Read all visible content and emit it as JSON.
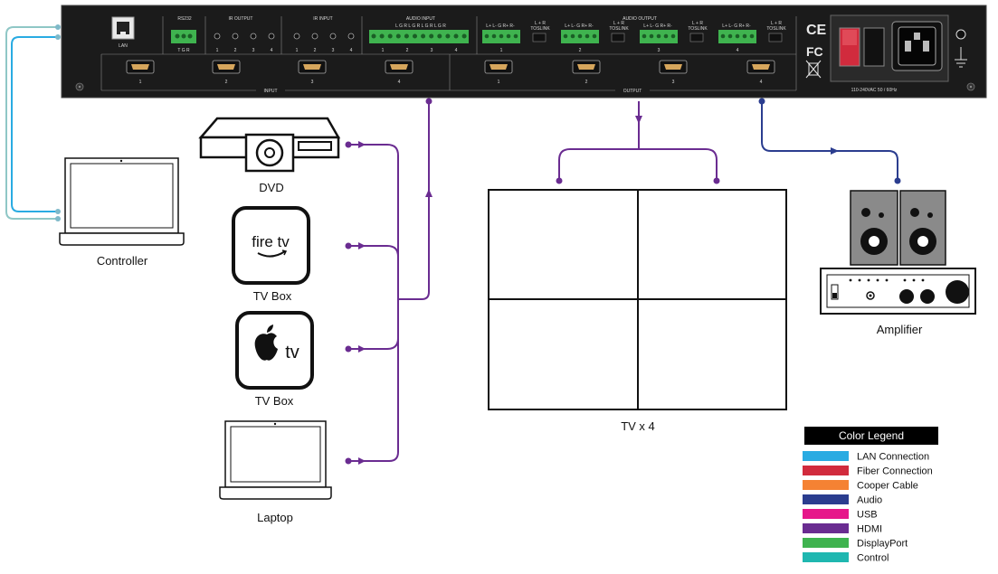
{
  "panel": {
    "lan": "LAN",
    "rs232": "RS232",
    "rs232_pins": "T  G  R",
    "ir_output": "IR OUTPUT",
    "ir_input": "IR INPUT",
    "ir_nums": [
      "1",
      "2",
      "3",
      "4"
    ],
    "audio_input": "AUDIO INPUT",
    "audio_input_pins": "L G R  L G R  L G R  L G R",
    "audio_output": "AUDIO OUTPUT",
    "audio_output_pins": "L+ L- G R+ R-",
    "toslink": "TOSLINK",
    "toslink_lr": "L + R",
    "input": "INPUT",
    "output": "OUTPUT",
    "port_nums": [
      "1",
      "2",
      "3",
      "4"
    ],
    "power": "110-240VAC  50 / 60Hz",
    "ce": "CE",
    "fc": "FC"
  },
  "devices": {
    "dvd": "DVD",
    "firetv": "fire tv",
    "tvbox1": "TV Box",
    "appletv": "tv",
    "tvbox2": "TV Box",
    "laptop": "Laptop",
    "controller": "Controller",
    "tvs": "TV x 4",
    "amplifier": "Amplifier"
  },
  "legend": {
    "title": "Color Legend",
    "items": [
      {
        "label": "LAN Connection",
        "color": "#29abe2"
      },
      {
        "label": "Fiber Connection",
        "color": "#d12b3d"
      },
      {
        "label": "Cooper Cable",
        "color": "#f58233"
      },
      {
        "label": "Audio",
        "color": "#2b3d8f"
      },
      {
        "label": "USB",
        "color": "#e6178a"
      },
      {
        "label": "HDMI",
        "color": "#6a2c91"
      },
      {
        "label": "DisplayPort",
        "color": "#3fb34f"
      },
      {
        "label": "Control",
        "color": "#1fb7b0"
      }
    ]
  },
  "colors": {
    "hdmi": "#6a2c91",
    "audio": "#2b3d8f",
    "lan": "#29abe2",
    "control": "#1fb7b0",
    "panel": "#1b1b1b",
    "terminal": "#3fb34f"
  }
}
